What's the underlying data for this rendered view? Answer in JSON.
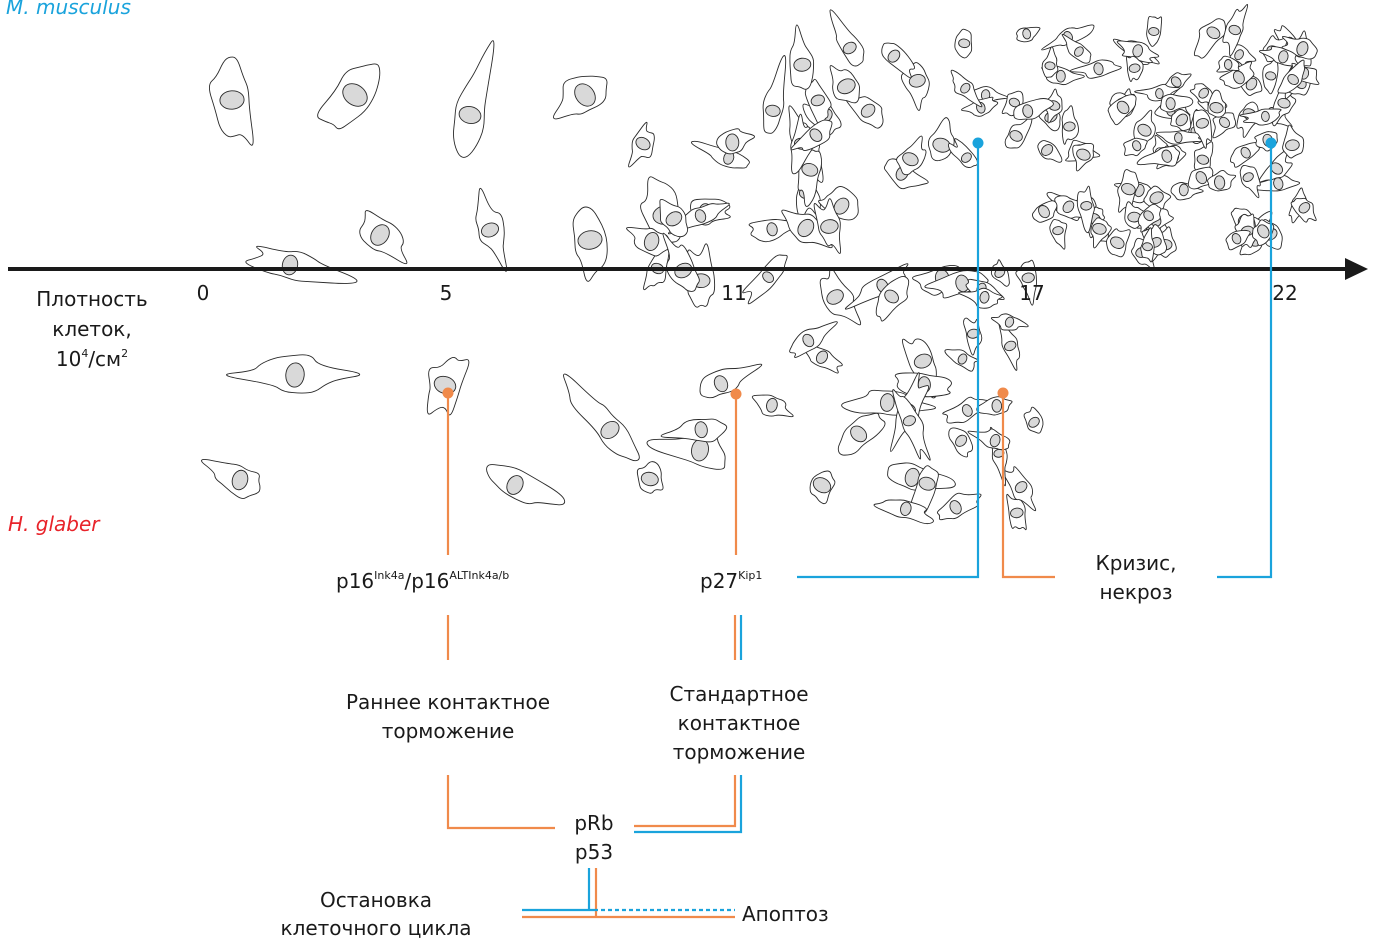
{
  "species": {
    "mouse": "M. musculus",
    "molerat": "H. glaber"
  },
  "axis": {
    "label_line1": "Плотность",
    "label_line2": "клеток,",
    "label_line3_base": "10",
    "label_line3_sup": "4",
    "label_line3_mid": "/см",
    "label_line3_sup2": "2",
    "ticks": [
      "0",
      "5",
      "11",
      "17",
      "22"
    ]
  },
  "markers": {
    "p16_base1": "p16",
    "p16_sup1": "Ink4a",
    "p16_sep": "/p16",
    "p16_sup2": "ALTInk4a/b",
    "p27_base": "p27",
    "p27_sup": "Kip1",
    "crisis_line1": "Кризис,",
    "crisis_line2": "некроз"
  },
  "outcomes": {
    "early_line1": "Раннее контактное",
    "early_line2": "торможение",
    "standard_line1": "Стандартное",
    "standard_line2": "контактное",
    "standard_line3": "торможение",
    "prb": "pRb",
    "p53": "p53",
    "arrest_line1": "Остановка",
    "arrest_line2": "клеточного цикла",
    "apoptosis": "Апоптоз"
  },
  "colors": {
    "mouse": "#1aa3dc",
    "molerat": "#f08a4b",
    "molerat_label": "#e8232a",
    "axis": "#1a1a1a"
  }
}
